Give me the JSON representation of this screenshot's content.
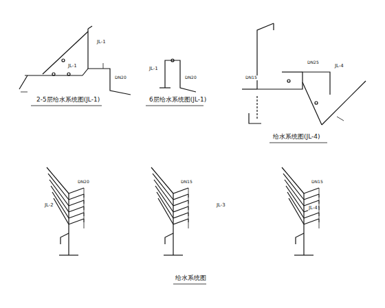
{
  "diagram": {
    "labels": [
      "2-5层给水系统图(JL-1)",
      "6层给水系统图(JL-1)",
      "给水系统图(JL-4)",
      "给水系统图",
      "JL-1",
      "JL-1",
      "JL-1",
      "JL-4",
      "JL-2",
      "JL-3",
      "JL-4",
      "DN20",
      "DN20",
      "DN25",
      "DN20",
      "DN15",
      "DN15",
      "DN15"
    ]
  }
}
